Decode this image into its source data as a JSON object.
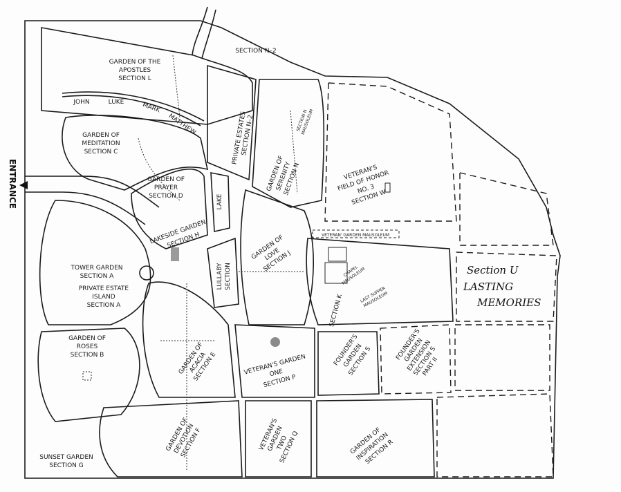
{
  "entrance": "ENTRANCE",
  "sections": {
    "n2": "SECTION N–2",
    "apostles": [
      "GARDEN OF THE",
      "APOSTLES",
      "SECTION L"
    ],
    "john": "JOHN",
    "luke": "LUKE",
    "mark": "MARK",
    "matthew": "MATTHEW",
    "private_estates": [
      "PRIVATE ESTATES",
      "SECTION N–2"
    ],
    "serenity": [
      "GARDEN OF",
      "SERENITY",
      "SECTION N"
    ],
    "section_n_mausoleum": [
      "SECTION N",
      "MAUSOLEUM"
    ],
    "veterans_field": [
      "VETERAN'S",
      "FIELD OF HONOR",
      "NO. 3",
      "SECTION W"
    ],
    "meditation": [
      "GARDEN OF",
      "MEDITATION",
      "SECTION C"
    ],
    "prayer": [
      "GARDEN OF",
      "PRAYER",
      "SECTION D"
    ],
    "lake": "LAKE",
    "lakeside": [
      "LAKESIDE GARDEN",
      "SECTION H"
    ],
    "tower": [
      "TOWER GARDEN",
      "SECTION A"
    ],
    "private_island": [
      "PRIVATE ESTATE",
      "ISLAND",
      "SECTION A"
    ],
    "lullaby": [
      "LULLABY",
      "SECTION"
    ],
    "love": [
      "GARDEN OF",
      "LOVE",
      "SECTION J"
    ],
    "veterans_mausoleum": "VETERAN' GARDEN MAUSOLEUM",
    "chapel_mausoleum": [
      "CHAPEL",
      "MAUSOLEUM"
    ],
    "last_supper": [
      "LAST SUPPER",
      "MAUSOLEUM"
    ],
    "section_k": "SECTION K",
    "section_u": "Section U",
    "lasting_memories": [
      "LASTING",
      "MEMORIES"
    ],
    "roses": [
      "GARDEN OF",
      "ROSES",
      "SECTION B"
    ],
    "acacia": [
      "GARDEN OF",
      "ACACIA",
      "SECTION E"
    ],
    "veterans_one": [
      "VETERAN'S GARDEN",
      "ONE",
      "SECTION P"
    ],
    "founders": [
      "FOUNDER'S",
      "GARDEN",
      "SECTION S"
    ],
    "founders_ext": [
      "FOUNDER'S",
      "GARDEN",
      "EXTENSION",
      "SECTION S",
      "PART II"
    ],
    "devotion": [
      "GARDEN OF",
      "DEVOTION",
      "SECTION F"
    ],
    "veterans_two": [
      "VETERAN'S",
      "GARDEN",
      "TWO",
      "SECTION Q"
    ],
    "inspiration": [
      "GARDEN OF",
      "INSPIRATION",
      "SECTION R"
    ],
    "sunset": [
      "SUNSET GARDEN",
      "SECTION G"
    ]
  }
}
